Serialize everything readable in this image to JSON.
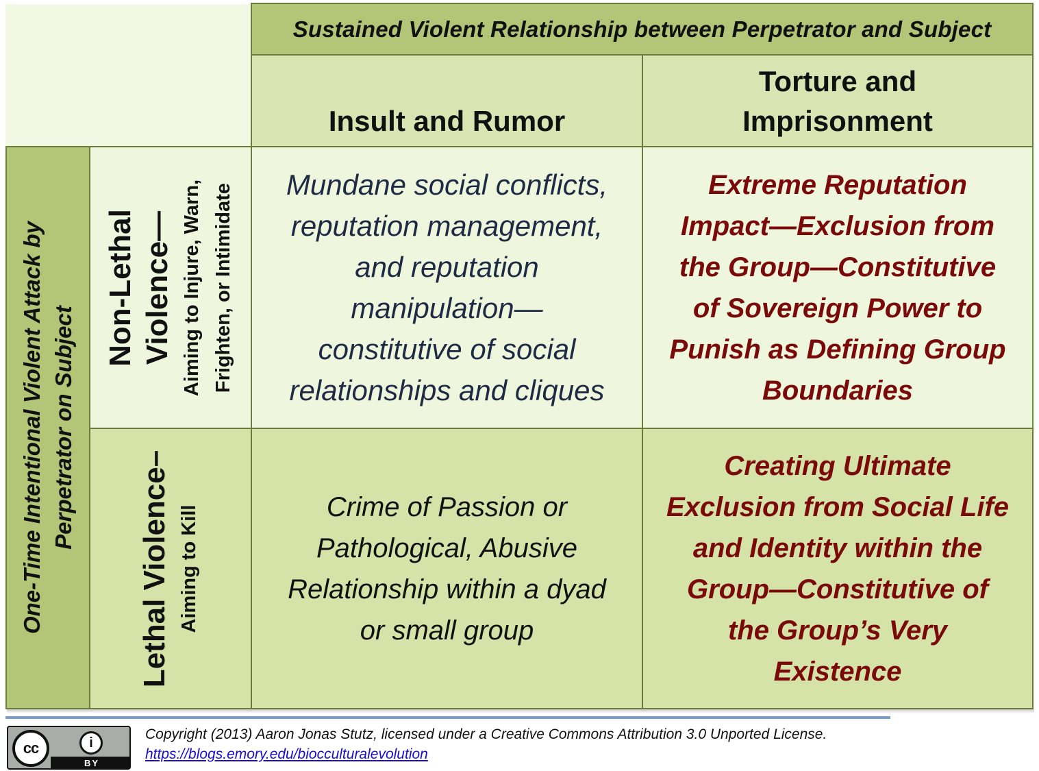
{
  "header": {
    "column_group_title": "Sustained Violent Relationship between Perpetrator and Subject",
    "columns": [
      {
        "lines": [
          "Insult and Rumor"
        ]
      },
      {
        "lines": [
          "Torture and",
          "Imprisonment"
        ]
      }
    ]
  },
  "rows": {
    "row_group_title_lines": [
      "One-Time Intentional Violent Attack by",
      "Perpetrator on Subject"
    ],
    "items": [
      {
        "main_lines": [
          "Non-Lethal",
          "Violence—"
        ],
        "sub_lines": [
          "Aiming to Injure, Warn,",
          "Frighten, or Intimidate"
        ]
      },
      {
        "main_lines": [
          "Lethal Violence–"
        ],
        "sub_lines": [
          "Aiming to Kill"
        ]
      }
    ]
  },
  "cells": {
    "nonlethal_insult": [
      "Mundane social conflicts,",
      "reputation management,",
      "and reputation",
      "manipulation—",
      "constitutive of social",
      "relationships and cliques"
    ],
    "nonlethal_torture": [
      "Extreme Reputation",
      "Impact—Exclusion from",
      "the Group—Constitutive",
      "of Sovereign Power to",
      "Punish as Defining Group",
      "Boundaries"
    ],
    "lethal_insult": [
      "Crime of Passion or",
      "Pathological, Abusive",
      "Relationship within a dyad",
      "or small group"
    ],
    "lethal_torture": [
      "Creating Ultimate",
      "Exclusion from Social Life",
      "and Identity within the",
      "Group—Constitutive of",
      "the Group’s Very",
      "Existence"
    ]
  },
  "footer": {
    "badge": {
      "icon": "creative-commons-by-icon",
      "cc_text": "cc",
      "person_glyph": "i",
      "by_text": "BY"
    },
    "copyright": "Copyright (2013) Aaron Jonas Stutz, licensed under a Creative Commons Attribution 3.0 Unported License.",
    "link": "https://blogs.emory.edu/biocculturalevolution"
  },
  "colors": {
    "header_dark_green": "#b3c576",
    "header_light_green": "#d9e4b2",
    "cell_pale": "#eef7dd",
    "cell_mid": "#d6e3a8",
    "border": "#6b7b3c",
    "emphasis_red": "#7a0a0a",
    "rule_blue": "#7b9bcb"
  }
}
